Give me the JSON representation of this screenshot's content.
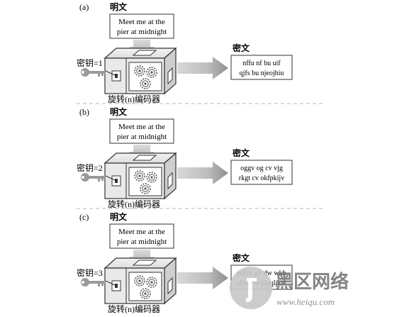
{
  "panels": [
    {
      "label": "(a)",
      "plaintext_label": "明文",
      "plaintext": [
        "Meet me at the",
        "pier at midnight"
      ],
      "key_label": "密钥=1",
      "encoder_label": "旋转(n)编码器",
      "ciphertext_label": "密文",
      "ciphertext": [
        "nffu nf bu uif",
        "qjfs bu njeojhiu"
      ]
    },
    {
      "label": "(b)",
      "plaintext_label": "明文",
      "plaintext": [
        "Meet me at the",
        "pier at midnight"
      ],
      "key_label": "密钥=2",
      "encoder_label": "旋转(n)编码器",
      "ciphertext_label": "密文",
      "ciphertext": [
        "oggv og cv vjg",
        "rkgt cv okfpkijv"
      ]
    },
    {
      "label": "(c)",
      "plaintext_label": "明文",
      "plaintext": [
        "Meet me at the",
        "pier at midnight"
      ],
      "key_label": "密钥=3",
      "encoder_label": "旋转(n)编码器",
      "ciphertext_label": "密文",
      "ciphertext": [
        "phhw ph dw wkh",
        "slhu dw plgqljkw"
      ]
    }
  ],
  "watermark": {
    "title": "黑区网络",
    "url": "www.heiqu.com"
  }
}
